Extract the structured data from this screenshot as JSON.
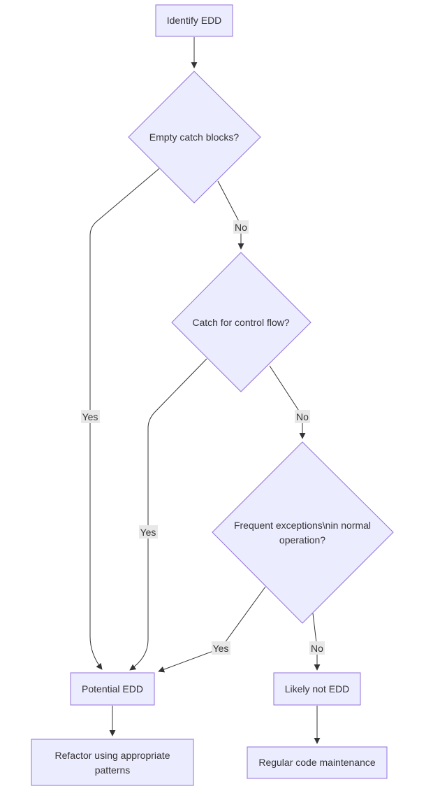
{
  "colors": {
    "node_fill": "#ececff",
    "node_stroke": "#9370db",
    "edge": "#333333",
    "label_bg": "#e8e8e8",
    "text": "#333333"
  },
  "nodes": {
    "identify": {
      "lines": [
        "Identify EDD"
      ]
    },
    "empty_catch": {
      "lines": [
        "Empty catch blocks?"
      ]
    },
    "control_flow": {
      "lines": [
        "Catch for control flow?"
      ]
    },
    "frequent": {
      "lines": [
        "Frequent exceptions\\nin normal",
        "operation?"
      ]
    },
    "potential": {
      "lines": [
        "Potential EDD"
      ]
    },
    "refactor": {
      "lines": [
        "Refactor using appropriate",
        "patterns"
      ]
    },
    "likely_not": {
      "lines": [
        "Likely not EDD"
      ]
    },
    "regular": {
      "lines": [
        "Regular code maintenance"
      ]
    }
  },
  "edge_labels": {
    "empty_no": "No",
    "empty_yes": "Yes",
    "control_no": "No",
    "control_yes": "Yes",
    "frequent_yes": "Yes",
    "frequent_no": "No"
  }
}
